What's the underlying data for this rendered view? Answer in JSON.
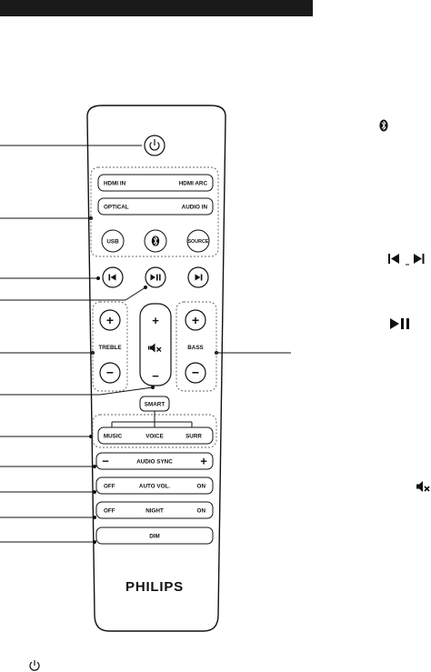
{
  "remote": {
    "hdmi_in": "HDMI IN",
    "hdmi_arc": "HDMI ARC",
    "optical": "OPTICAL",
    "audio_in": "AUDIO IN",
    "usb": "USB",
    "source": "SOURCE",
    "treble": "TREBLE",
    "bass": "BASS",
    "smart": "SMART",
    "music": "MUSIC",
    "voice": "VOICE",
    "surr": "SURR",
    "audio_sync": "AUDIO SYNC",
    "auto_vol": "AUTO VOL.",
    "night": "NIGHT",
    "off": "OFF",
    "on": "ON",
    "dim": "DIM",
    "brand": "PHILIPS",
    "plus": "+",
    "minus": "−"
  },
  "icons": [
    "power-icon",
    "bluetooth-icon",
    "previous-icon",
    "next-icon",
    "play-pause-icon",
    "mute-icon"
  ]
}
